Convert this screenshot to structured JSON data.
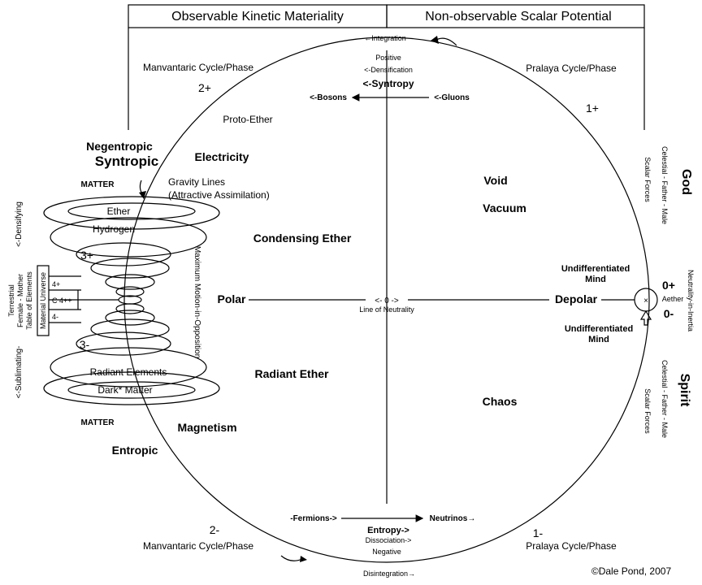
{
  "header": {
    "left_title": "Observable Kinetic Materiality",
    "right_title": "Non-observable Scalar Potential"
  },
  "top": {
    "integration": "←Integration",
    "positive": "Positive",
    "densification": "<-Densification",
    "syntropy": "<-Syntropy",
    "bosons": "<-Bosons",
    "gluons": "<-Gluons"
  },
  "bottom": {
    "fermions": "-Fermions->",
    "neutrinos": "Neutrinos→",
    "entropy": "Entropy->",
    "dissociation": "Dissociation->",
    "negative": "Negative",
    "disintegration": "Disintegration→"
  },
  "quadrants": {
    "manvantaric_top": "Manvantaric Cycle/Phase",
    "two_plus": "2+",
    "pralaya_top": "Pralaya Cycle/Phase",
    "one_plus": "1+",
    "manvantaric_bottom": "Manvantaric Cycle/Phase",
    "two_minus": "2-",
    "pralaya_bottom": "Pralaya Cycle/Phase",
    "one_minus": "1-"
  },
  "left_side": {
    "proto_ether": "Proto-Ether",
    "negentropic": "Negentropic",
    "syntropic": "Syntropic",
    "electricity": "Electricity",
    "matter_top": "MATTER",
    "gravity_lines": "Gravity Lines",
    "attractive_assimilation": "(Attractive Assimilation)",
    "ether": "Ether",
    "hydrogen": "Hydrogen",
    "three_plus": "3+",
    "condensing_ether": "Condensing Ether",
    "four_plus": "4+",
    "c_four": "C 4++",
    "four_minus": "4-",
    "three_minus": "3-",
    "radiant_elements": "Radiant Elements",
    "dark_matter": "Dark* Matter",
    "radiant_ether": "Radiant Ether",
    "matter_bottom": "MATTER",
    "magnetism": "Magnetism",
    "entropic": "Entropic",
    "densifying": "<-Densifying",
    "subliming": "<-Sublimating-",
    "terrestrial": "Terrestrial",
    "female_mother": "Female - Mother",
    "table_elements": "Table of Elements",
    "material_universe": "Material Universe",
    "max_motion": "Maximum Motion-in-Opposition"
  },
  "center": {
    "polar": "Polar",
    "zero_label": "<- 0 ->",
    "line_of_neutrality": "Line of Neutrality",
    "depolar": "Depolar",
    "undiff_top_1": "Undifferentiated",
    "undiff_top_2": "Mind",
    "undiff_bottom_1": "Undifferentiated",
    "undiff_bottom_2": "Mind",
    "zero_plus": "0+",
    "zero_minus": "0-",
    "aether": "Aether",
    "x_symbol": "×"
  },
  "right_side": {
    "void": "Void",
    "vacuum": "Vacuum",
    "chaos": "Chaos",
    "god": "God",
    "celestial_top": "Celestial - Father - Male",
    "scalar_top": "Scalar Forces",
    "neutrality_inertia": "Neutrality-in-Inertia",
    "spirit": "Spirit",
    "celestial_bottom": "Celestial - Father - Male",
    "scalar_bottom": "Scalar Forces"
  },
  "footer": {
    "copyright": "©Dale Pond, 2007"
  }
}
